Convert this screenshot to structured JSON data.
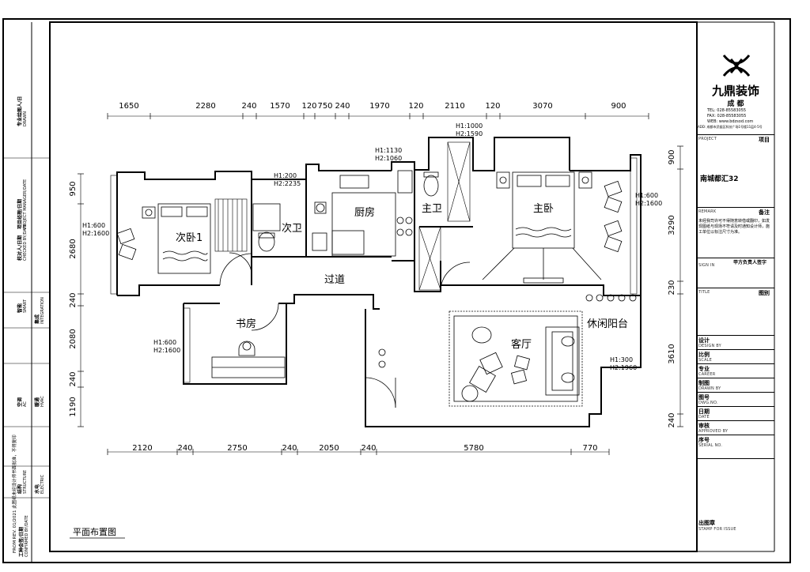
{
  "drawing_title": "平面布置图",
  "rooms": {
    "bedroom2": "次卧1",
    "bath2": "次卫",
    "kitchen": "厨房",
    "master_bath": "主卫",
    "master_bedroom": "主卧",
    "corridor": "过道",
    "study": "书房",
    "living": "客厅",
    "balcony": "休闲阳台"
  },
  "dims_top": [
    "1650",
    "2280",
    "240",
    "1570",
    "120",
    "750",
    "240",
    "1970",
    "120",
    "2110",
    "120",
    "3070",
    "900"
  ],
  "dims_bottom": [
    "2120",
    "240",
    "2750",
    "240",
    "2050",
    "240",
    "5780",
    "770"
  ],
  "dims_left": [
    "950",
    "2680",
    "240",
    "2080",
    "240",
    "1190"
  ],
  "dims_right": [
    "900",
    "3290",
    "230",
    "3610",
    "240"
  ],
  "heights": {
    "h_master_bath": [
      "H1:1000",
      "H2:1590"
    ],
    "h_kitchen": [
      "H1:1130",
      "H2:1060"
    ],
    "h_bath2": [
      "H1:200",
      "H2:2235"
    ],
    "h_bedroom2": [
      "H1:600",
      "H2:1600"
    ],
    "h_master_bed": [
      "H1:600",
      "H2:1600"
    ],
    "h_study": [
      "H1:600",
      "H2:1600"
    ],
    "h_balcony": [
      "H1:300",
      "H2:1960"
    ]
  },
  "company": {
    "name": "九鼎装饰",
    "city": "成 都",
    "tel": "TEL: 028-85583055",
    "fax": "FAX: 028-85583055",
    "web": "WEB: www.bdzsod.com",
    "address": "ADD: 成都市武侯区科技广场1号楼11层4-5号"
  },
  "title_block": {
    "project_en": "PROJECT",
    "project_cn": "项目",
    "project_name": "南城都汇32",
    "remark_en": "REMARK",
    "remark_cn": "备注",
    "remark_text": "未经我司许可不得随意转借或翻印，如发现图纸与现场不符请及时通知设计师，施工单位以标注尺寸为准。",
    "sign_en": "SIGN IN",
    "sign_cn": "甲方负责人签字",
    "title_en": "TITLE",
    "title_cn": "图别",
    "rows": [
      {
        "cn": "设计",
        "en": "DESIGN BY"
      },
      {
        "cn": "比例",
        "en": "SCALE"
      },
      {
        "cn": "专业",
        "en": "CAREER"
      },
      {
        "cn": "制图",
        "en": "DRAWN BY"
      },
      {
        "cn": "图号",
        "en": "DWG.NO."
      },
      {
        "cn": "日期",
        "en": "DATE"
      },
      {
        "cn": "审核",
        "en": "APPROVED BY"
      },
      {
        "cn": "序号",
        "en": "SERIAL NO."
      }
    ],
    "stamp_cn": "出图章",
    "stamp_en": "STAMP FOR ISSUE"
  },
  "side_strip": {
    "col1": [
      {
        "cn": "专业绘图人/日",
        "en": "DRAWN"
      },
      {
        "cn": "项目经理/日期",
        "en": "PROJECT MANAGER/DATE"
      },
      {
        "cn": "智能",
        "en": "SMART"
      },
      {
        "cn": "空调",
        "en": "AC"
      },
      {
        "cn": "结构",
        "en": "STRUCTURE"
      },
      {
        "cn": "工种会签/日期",
        "en": "CONFIRMED BY/DATE"
      }
    ],
    "col2": [
      {
        "cn": "校对人/日期",
        "en": "CHECKED BY/DATE"
      },
      {
        "cn": "集成",
        "en": "INTEGRATION"
      },
      {
        "cn": "暖通",
        "en": "HVAC"
      },
      {
        "cn": "水电",
        "en": "ELECTRIC"
      }
    ],
    "revision": "FROM REV. 01/2021 此图纸未经设计师书面批准，不得复印"
  }
}
